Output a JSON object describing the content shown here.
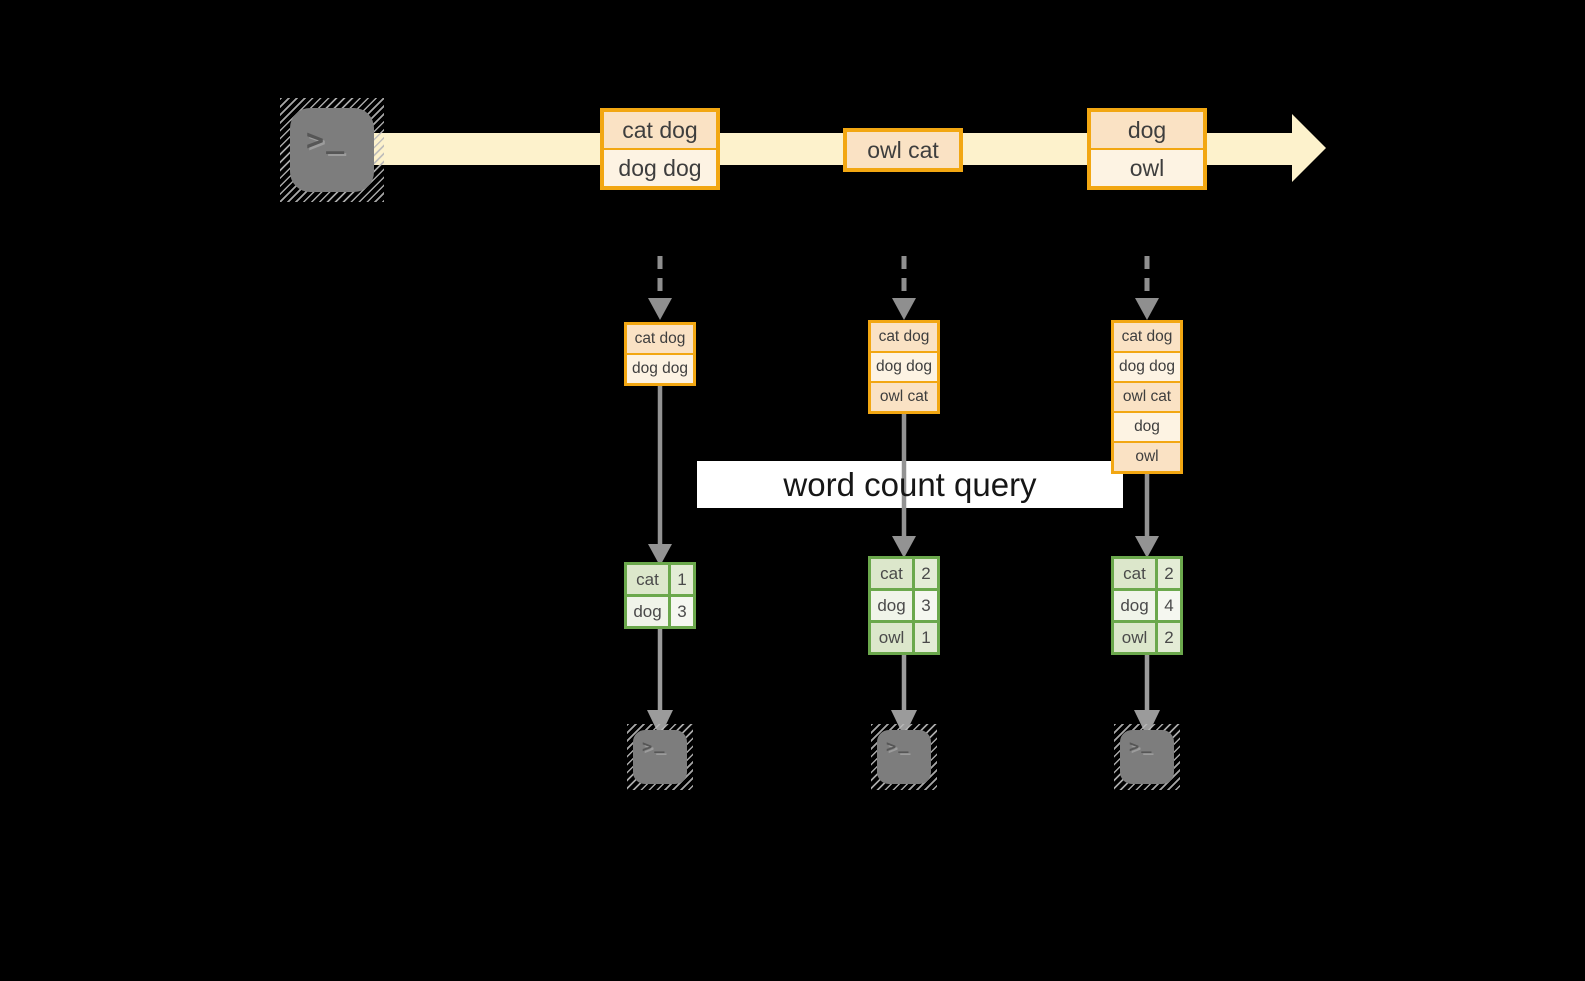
{
  "query_label": "word count query",
  "terminal": {
    "chevron": ">",
    "underscore": "_"
  },
  "palette": {
    "background": "#000000",
    "stream_band": "#fdf2cc",
    "event_border": "#f2a712",
    "event_row_peach": "#fae2c4",
    "event_row_cream": "#fdf3e3",
    "table_border": "#6ba84c",
    "table_row_sage": "#dce7cb",
    "table_row_light": "#f0f4e9",
    "arrow_gray": "#8f8f8f",
    "terminal_gray": "#7d7d7d",
    "label_bg": "#ffffff"
  },
  "stream": {
    "events": [
      {
        "rows": [
          "cat dog",
          "dog dog"
        ]
      },
      {
        "rows": [
          "owl cat"
        ]
      },
      {
        "rows": [
          "dog",
          "owl"
        ]
      }
    ]
  },
  "columns": [
    {
      "buffer": [
        "cat dog",
        "dog dog"
      ],
      "counts": [
        {
          "word": "cat",
          "count": "1"
        },
        {
          "word": "dog",
          "count": "3"
        }
      ]
    },
    {
      "buffer": [
        "cat dog",
        "dog dog",
        "owl cat"
      ],
      "counts": [
        {
          "word": "cat",
          "count": "2"
        },
        {
          "word": "dog",
          "count": "3"
        },
        {
          "word": "owl",
          "count": "1"
        }
      ]
    },
    {
      "buffer": [
        "cat dog",
        "dog dog",
        "owl cat",
        "dog",
        "owl"
      ],
      "counts": [
        {
          "word": "cat",
          "count": "2"
        },
        {
          "word": "dog",
          "count": "4"
        },
        {
          "word": "owl",
          "count": "2"
        }
      ]
    }
  ]
}
